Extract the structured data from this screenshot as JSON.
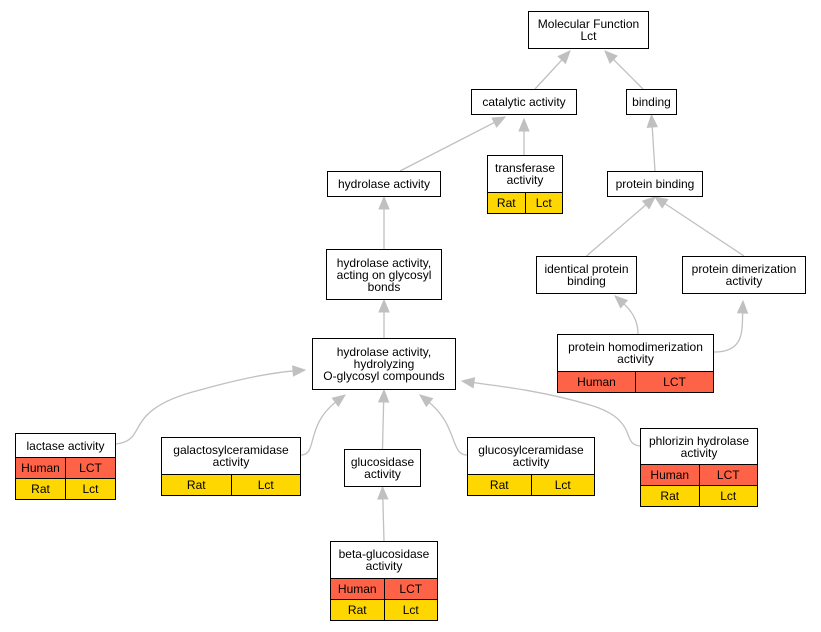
{
  "colors": {
    "edge": "#c0c0c0",
    "human": "#ff6347",
    "rat": "#ffd700",
    "border": "#000000"
  },
  "nodes": {
    "molecular_function": {
      "label": "Molecular Function\nLct"
    },
    "catalytic_activity": {
      "label": "catalytic activity"
    },
    "binding": {
      "label": "binding"
    },
    "hydrolase_activity": {
      "label": "hydrolase activity"
    },
    "transferase_activity": {
      "label": "transferase\nactivity",
      "rows": [
        [
          "Rat",
          "Lct"
        ]
      ]
    },
    "protein_binding": {
      "label": "protein binding"
    },
    "hydrolase_glycosyl": {
      "label": "hydrolase activity,\nacting on glycosyl\nbonds"
    },
    "identical_protein_binding": {
      "label": "identical protein\nbinding"
    },
    "protein_dimerization": {
      "label": "protein dimerization\nactivity"
    },
    "protein_homodimerization": {
      "label": "protein homodimerization\nactivity",
      "rows": [
        [
          "Human",
          "LCT"
        ]
      ]
    },
    "hydrolase_o_glycosyl": {
      "label": "hydrolase activity,\nhydrolyzing\nO-glycosyl compounds"
    },
    "lactase_activity": {
      "label": "lactase activity",
      "rows": [
        [
          "Human",
          "LCT"
        ],
        [
          "Rat",
          "Lct"
        ]
      ]
    },
    "galactosylceramidase": {
      "label": "galactosylceramidase\nactivity",
      "rows": [
        [
          "Rat",
          "Lct"
        ]
      ]
    },
    "glucosidase": {
      "label": "glucosidase\nactivity"
    },
    "glucosylceramidase": {
      "label": "glucosylceramidase\nactivity",
      "rows": [
        [
          "Rat",
          "Lct"
        ]
      ]
    },
    "phlorizin_hydrolase": {
      "label": "phlorizin hydrolase\nactivity",
      "rows": [
        [
          "Human",
          "LCT"
        ],
        [
          "Rat",
          "Lct"
        ]
      ]
    },
    "beta_glucosidase": {
      "label": "beta-glucosidase\nactivity",
      "rows": [
        [
          "Human",
          "LCT"
        ],
        [
          "Rat",
          "Lct"
        ]
      ]
    }
  },
  "edges": [
    [
      "catalytic_activity",
      "molecular_function"
    ],
    [
      "binding",
      "molecular_function"
    ],
    [
      "hydrolase_activity",
      "catalytic_activity"
    ],
    [
      "transferase_activity",
      "catalytic_activity"
    ],
    [
      "protein_binding",
      "binding"
    ],
    [
      "hydrolase_glycosyl",
      "hydrolase_activity"
    ],
    [
      "identical_protein_binding",
      "protein_binding"
    ],
    [
      "protein_dimerization",
      "protein_binding"
    ],
    [
      "protein_homodimerization",
      "identical_protein_binding"
    ],
    [
      "protein_homodimerization",
      "protein_dimerization"
    ],
    [
      "hydrolase_o_glycosyl",
      "hydrolase_glycosyl"
    ],
    [
      "lactase_activity",
      "hydrolase_o_glycosyl"
    ],
    [
      "galactosylceramidase",
      "hydrolase_o_glycosyl"
    ],
    [
      "glucosidase",
      "hydrolase_o_glycosyl"
    ],
    [
      "glucosylceramidase",
      "hydrolase_o_glycosyl"
    ],
    [
      "phlorizin_hydrolase",
      "hydrolase_o_glycosyl"
    ],
    [
      "beta_glucosidase",
      "glucosidase"
    ]
  ]
}
